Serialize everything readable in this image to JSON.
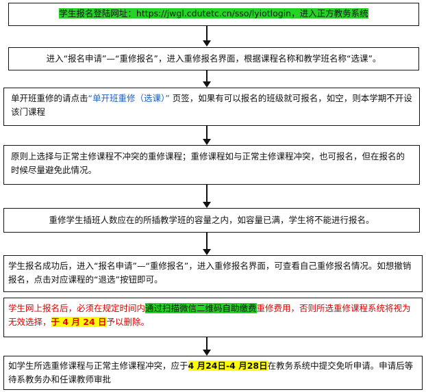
{
  "step1": {
    "text": "学生报名登陆网址：https://jwgl.cdutetc.cn/sso/lyiotlogin，进入正方教务系统"
  },
  "step2": {
    "text": "进入“报名申请”—“重修报名”，进入重修报名界面，根据课程名称和教学班名称“选课”。"
  },
  "step3": {
    "prefix": "单开班重修的请点击",
    "link": "“单开班重修（选课）”",
    "suffix": "页签，如果有可以报名的班级就可报名，如空，则本学期不开设该门课程"
  },
  "step4": {
    "text": "原则上选择与正常主修课程不冲突的重修课程；重修课程如与正常主修课程冲突，也可报名，但在报名的时候尽量避免此情况。"
  },
  "step5": {
    "text": "重修学生插班人数应在的所插教学班的容量之内，如容量已满，学生将不能进行报名。"
  },
  "step6": {
    "text": "学生报名成功后，进入“报名申请”—“重修报名”，进入重修报名界面，可查看自己重修报名情况。如想撤销报名，点击对应课程的“退选”按钮即可。"
  },
  "step7": {
    "part1": "学生网上报名后，必须在规定时间内",
    "highlight": "通过扫描微信二维码自助缴费",
    "part2": "重修费用，否则所选重修课程系统将视为无效选择，",
    "date": "于 4 月 24 日",
    "part3": "予以删除。"
  },
  "step8": {
    "part1": "如学生所选重修课程与正常主修课程冲突，应于",
    "dates": "4 月24日-4 月28日",
    "part2": "在教务系统中提交免听申请。申请后等待系教务办和任课教师审批"
  },
  "colors": {
    "green_highlight": "#25d325",
    "yellow_highlight": "#ffff00",
    "red_text": "#e00000",
    "blue_text": "#1f5fbf"
  }
}
